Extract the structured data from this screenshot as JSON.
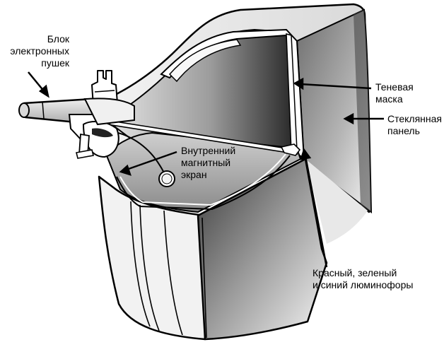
{
  "labels": {
    "gun": [
      "Блок",
      "электронных",
      "пушек"
    ],
    "shadow_mask": [
      "Теневая",
      "маска"
    ],
    "glass": [
      "Стеклянная",
      "панель"
    ],
    "shield": [
      "Внутренний",
      "магнитный",
      "экран"
    ],
    "phosphors": [
      "Красный, зеленый",
      "и синий люминофоры"
    ]
  }
}
